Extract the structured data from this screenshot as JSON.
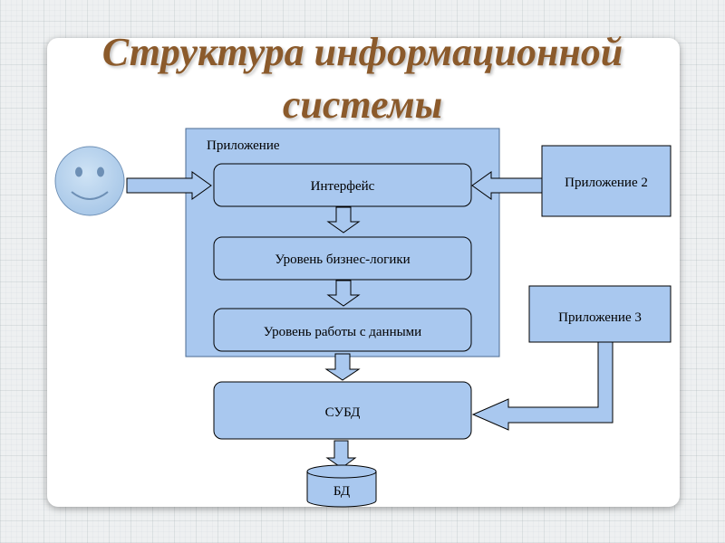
{
  "title": {
    "line1": "Структура информационной",
    "line2": "системы"
  },
  "diagram": {
    "container_label": "Приложение",
    "layers": {
      "interface": "Интерфейс",
      "business": "Уровень бизнес-логики",
      "data": "Уровень работы с данными"
    },
    "dbms": "СУБД",
    "database": "БД",
    "app2": "Приложение 2",
    "app3": "Приложение 3",
    "user_icon": "smiley-face-icon"
  }
}
